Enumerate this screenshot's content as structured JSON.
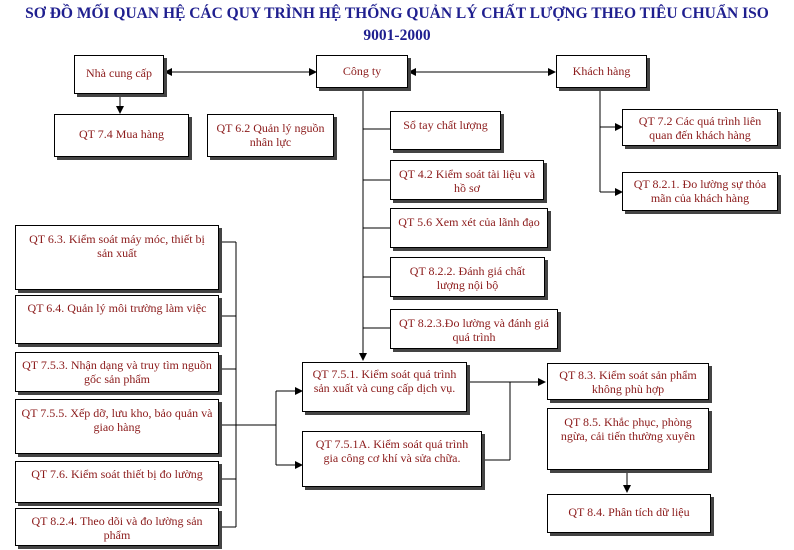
{
  "title": {
    "line1": "SƠ ĐỒ MỐI QUAN HỆ CÁC QUY TRÌNH HỆ THỐNG QUẢN LÝ CHẤT LƯỢNG THEO TIÊU CHUẨN ISO",
    "line2": "9001-2000"
  },
  "nodes": {
    "supplier": "Nhà cung cấp",
    "company": "Công ty",
    "customer": "Khách hàng",
    "purchasing": "QT 7.4  Mua hàng",
    "hr": "QT 6.2  Quản lý nguồn nhân lực",
    "manual": "Sổ tay chất lượng",
    "doc_control": "QT 4.2 Kiểm soát tài liệu và hồ sơ",
    "mgmt_review": "QT 5.6  Xem xét của lãnh đạo",
    "internal_audit": "QT 8.2.2.  Đánh giá chất lượng nội bộ",
    "process_measure": "QT 8.2.3.Đo lường và đánh giá quá  trình",
    "customer_proc": "QT 7.2 Các quá trình liên quan đến khách hàng",
    "satisfaction": "QT 8.2.1. Đo lường sự thỏa mãn của khách hàng",
    "machinery": "QT 6.3. Kiểm soát máy móc, thiết bị sản xuất",
    "environment": "QT 6.4.  Quản lý môi trường làm việc",
    "traceability": "QT 7.5.3. Nhận dạng và truy tìm nguồn gốc sản phẩm",
    "handling": "QT 7.5.5.  Xếp dỡ, lưu kho, bảo quản và giao hàng",
    "equipment": "QT 7.6.  Kiểm soát thiết bị đo lường",
    "product_measure": "QT 8.2.4.   Theo dõi và đo lường sản phẩm",
    "production": "QT 7.5.1.  Kiểm soát quá trình sản xuất và cung cấp dịch vụ.",
    "machining": "QT 7.5.1A.  Kiểm soát quá trình gia công cơ khí và sửa chữa.",
    "nonconforming": "QT 8.3.  Kiểm soát sản phẩm không phù hợp",
    "corrective": "QT 8.5.  Khắc phục, phòng ngừa, cải tiến thường xuyên",
    "data_analysis": "QT 8.4.  Phân tích dữ liệu"
  }
}
